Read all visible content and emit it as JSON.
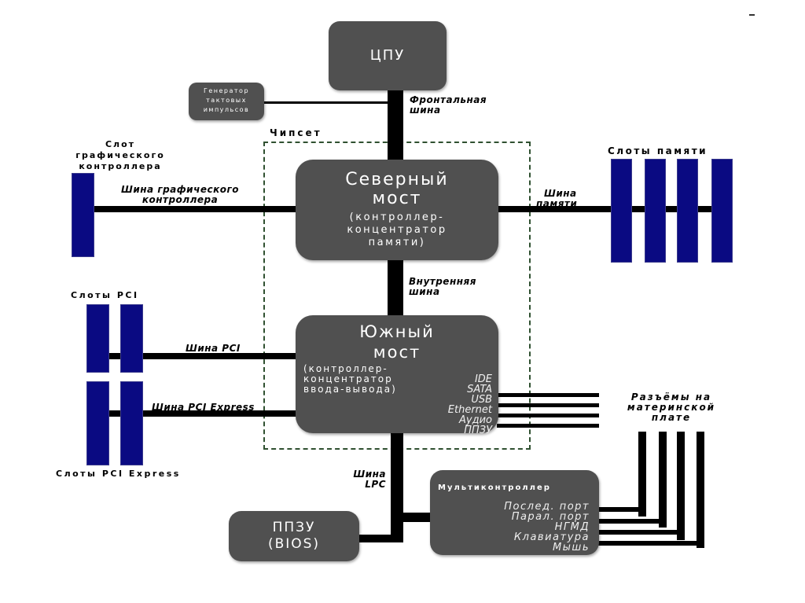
{
  "title_mark": "–",
  "cpu": {
    "label": "ЦПУ"
  },
  "clock": {
    "label_lines": [
      "Генератор",
      "тактовых",
      "импульсов"
    ]
  },
  "front_bus": {
    "label_lines": [
      "Фронтальная",
      "шина"
    ]
  },
  "chipset": {
    "label": "Чипсет"
  },
  "north_bridge": {
    "title_lines": [
      "Северный",
      "мост"
    ],
    "subtitle_lines": [
      "(контроллер-",
      "концентратор",
      "памяти)"
    ]
  },
  "internal_bus": {
    "label_lines": [
      "Внутренняя",
      "шина"
    ]
  },
  "south_bridge": {
    "title_lines": [
      "Южный",
      "мост"
    ],
    "subtitle_lines": [
      "(контроллер-",
      "концентратор",
      "ввода-вывода)"
    ],
    "ports": [
      "IDE",
      "SATA",
      "USB",
      "Ethernet",
      "Аудио",
      "ППЗУ"
    ]
  },
  "graphics_slot": {
    "label_lines": [
      "Слот",
      "графического",
      "контроллера"
    ]
  },
  "graphics_bus": {
    "label_lines": [
      "Шина графического",
      "контроллера"
    ]
  },
  "memory_slots": {
    "label": "Слоты памяти",
    "count": 4
  },
  "memory_bus": {
    "label_lines": [
      "Шина",
      "памяти"
    ]
  },
  "pci_slots": {
    "label": "Слоты PCI",
    "count": 2
  },
  "pci_bus": {
    "label": "Шина PCI"
  },
  "pcie_slots": {
    "label": "Слоты PCI Express",
    "count": 2
  },
  "pcie_bus": {
    "label": "Шина PCI Express"
  },
  "board_connectors": {
    "label_lines": [
      "Разъёмы на",
      "материнской",
      "плате"
    ]
  },
  "lpc_bus": {
    "label_lines": [
      "Шина",
      "LPC"
    ]
  },
  "bios": {
    "label_lines": [
      "ППЗУ",
      "(BIOS)"
    ]
  },
  "multicontroller": {
    "label": "Мультиконтроллер",
    "ports": [
      "Послед. порт",
      "Парал. порт",
      "НГМД",
      "Клавиатура",
      "Мышь"
    ]
  },
  "colors": {
    "box": "#505050",
    "slot": "#0a0a82",
    "wire": "#000000",
    "chipset_frame": "#2f5030"
  }
}
